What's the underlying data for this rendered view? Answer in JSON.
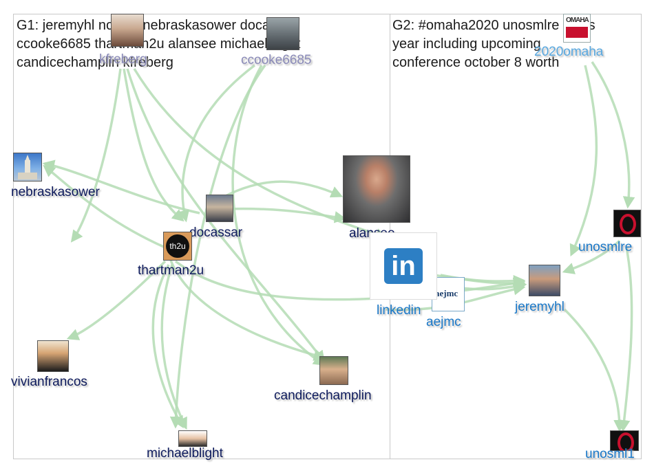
{
  "groups": {
    "g1": {
      "title_line1": "G1: jeremyhl nodexl nebraskasower docassar",
      "title_line2": "ccooke6685 thartman2u alansee michaelblight",
      "title_line3": "candicechamplin kfreberg"
    },
    "g2": {
      "title_line1": "G2: #omaha2020 unosmlre news",
      "title_line2": "year including upcoming",
      "title_line3": "conference october 8 worth"
    }
  },
  "nodes": {
    "kfreberg": "kfreberg",
    "ccooke6685": "ccooke6685",
    "nebraskasower": "nebraskasower",
    "docassar": "docassar",
    "alansee": "alansee",
    "thartman2u": "thartman2u",
    "thartman2u_avatar_text": "th2u",
    "linkedin": "linkedin",
    "linkedin_logo": "in",
    "aejmc": "aejmc",
    "aejmc_logo": "aejmc",
    "jeremyhl": "jeremyhl",
    "unosmlre": "unosmlre",
    "omaha2020": "2020omaha",
    "omaha2020_logo": "OMAHA",
    "vivianfrancos": "vivianfrancos",
    "candicechamplin": "candicechamplin",
    "michaelblight": "michaelblight",
    "unosml1": "unosml1"
  },
  "colors": {
    "edge": "#b4dcb4",
    "label_dark": "#0d1a5c",
    "label_blue": "#1a78c8",
    "uno_red": "#c8102e"
  }
}
